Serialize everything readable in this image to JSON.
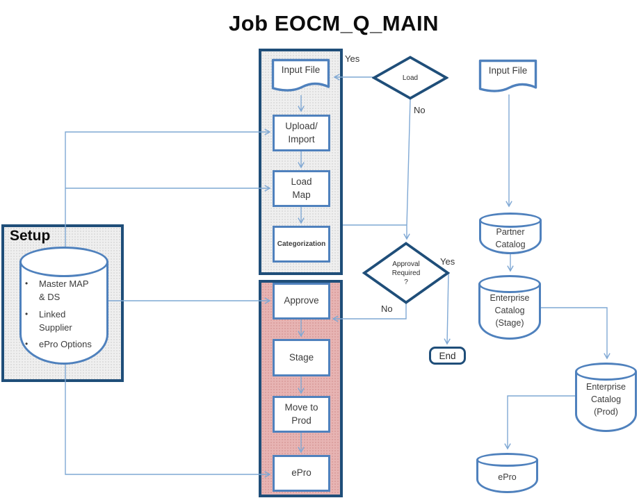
{
  "title": "Job EOCM_Q_MAIN",
  "setup": {
    "title": "Setup",
    "bullet": "•",
    "items": [
      "Master MAP\n& DS",
      "Linked\nSupplier",
      "ePro Options"
    ]
  },
  "process": {
    "load_phase": {
      "input_file": "Input File",
      "upload_import": "Upload/\nImport",
      "load_map": "Load\nMap",
      "categorization": "Categorization"
    },
    "publish_phase": {
      "approve": "Approve",
      "stage": "Stage",
      "move_to_prod": "Move to\nProd",
      "epro": "ePro"
    }
  },
  "decisions": {
    "load": {
      "label": "Load",
      "yes_label": "Yes",
      "no_label": "No"
    },
    "approval": {
      "label": "Approval\nRequired\n?",
      "yes_label": "Yes",
      "no_label": "No"
    }
  },
  "terminator": {
    "end_label": "End"
  },
  "catalogs": {
    "input_file": "Input File",
    "partner_catalog": "Partner\nCatalog",
    "enterprise_catalog_stage": "Enterprise\nCatalog\n(Stage)",
    "enterprise_catalog_prod": "Enterprise\nCatalog\n(Prod)",
    "epro": "ePro"
  },
  "edges": [
    {
      "from": "load-decision",
      "to": "input-file",
      "label": "Yes"
    },
    {
      "from": "load-decision",
      "to": "approval-decision",
      "label": "No"
    },
    {
      "from": "input-file",
      "to": "upload-import"
    },
    {
      "from": "upload-import",
      "to": "load-map"
    },
    {
      "from": "load-map",
      "to": "categorization"
    },
    {
      "from": "categorization",
      "to": "approval-decision"
    },
    {
      "from": "setup-database",
      "to": "upload-import"
    },
    {
      "from": "setup-database",
      "to": "load-map"
    },
    {
      "from": "setup-database",
      "to": "approve"
    },
    {
      "from": "setup-database",
      "to": "epro-step"
    },
    {
      "from": "approval-decision",
      "to": "approve",
      "label": "No"
    },
    {
      "from": "approval-decision",
      "to": "end",
      "label": "Yes"
    },
    {
      "from": "approve",
      "to": "stage"
    },
    {
      "from": "stage",
      "to": "move-to-prod"
    },
    {
      "from": "move-to-prod",
      "to": "epro-step"
    },
    {
      "from": "catalog-input-file",
      "to": "partner-catalog"
    },
    {
      "from": "partner-catalog",
      "to": "enterprise-catalog-stage"
    },
    {
      "from": "enterprise-catalog-stage",
      "to": "enterprise-catalog-prod"
    },
    {
      "from": "enterprise-catalog-prod",
      "to": "epro-database"
    }
  ],
  "colors": {
    "container_border": "#1F4E79",
    "node_border": "#4F81BD",
    "connector": "#7FA8D4",
    "gray_fill": "#EFEFEF",
    "pink_fill": "#E7B4B3",
    "title_text": "#0D0D0D"
  }
}
